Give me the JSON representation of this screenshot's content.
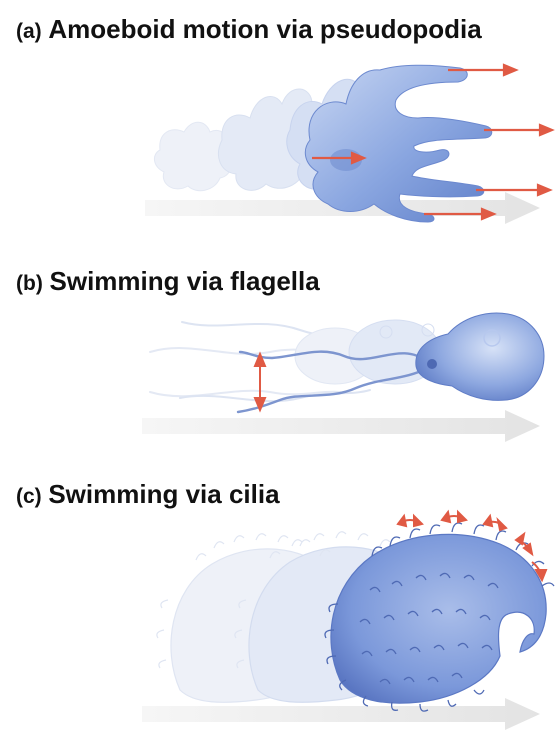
{
  "panels": [
    {
      "letter": "(a)",
      "title": "Amoeboid motion via pseudopodia",
      "organism": "amoeba"
    },
    {
      "letter": "(b)",
      "title": "Swimming via flagella",
      "organism": "flagellate"
    },
    {
      "letter": "(c)",
      "title": "Swimming via cilia",
      "organism": "ciliate"
    }
  ],
  "colors": {
    "organism_body": "#7f9fdc",
    "organism_light": "#dfe7f8",
    "organism_ghost": "#eef1f8",
    "motion_arrow": "#e05a44",
    "direction_arrow": "#ececec"
  }
}
